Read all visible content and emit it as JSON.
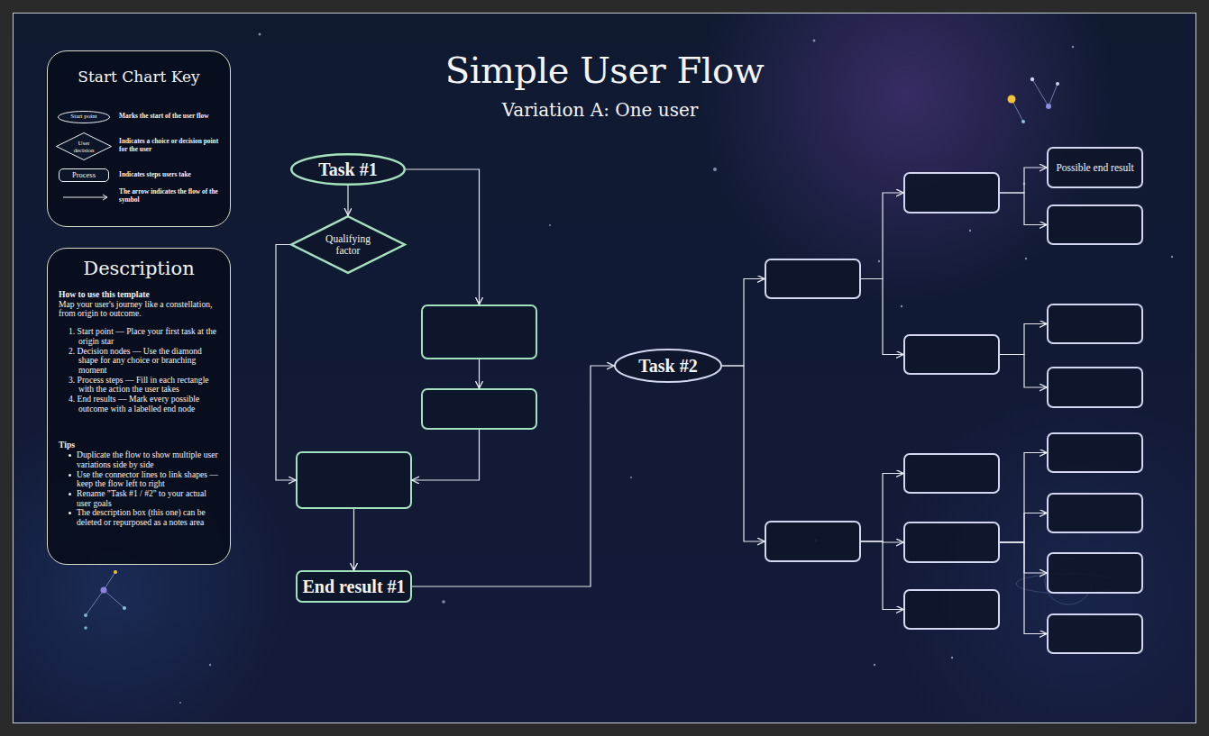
{
  "diagram": {
    "title": "Simple User Flow",
    "caption": "Variation A: One user",
    "nodes": [
      {
        "text": [
          "Start Chart Key"
        ]
      },
      {
        "text": [
          "Start point"
        ],
        "in": 0
      },
      {
        "text": [
          "User decision"
        ],
        "in": 0
      },
      {
        "text": [
          "Process"
        ],
        "in": 0
      },
      {
        "text": [
          "Description",
          "How to use this template",
          "Map your user's journey like a constellation, from origin to outcome.",
          "1. Start point — Place your first task at the origin star",
          "2. Decision nodes — Use the diamond shape for any choice or branching moment",
          "3. Process steps — Fill in each rectangle with the action the user takes",
          "4. End results — Mark every possible outcome with a labelled end node",
          "Tips",
          "Duplicate the flow to show multiple user variations side by side",
          "Use the connector lines to link shapes — keep the flow left to right",
          "Rename \"Task #1 / #2\" to your actual user goals",
          "The description box (this one) can be deleted or repurposed as a notes area"
        ]
      },
      {
        "text": [
          "Task #1"
        ]
      },
      {
        "text": [
          "Qualifying factor"
        ]
      },
      {
        "text": []
      },
      {
        "text": []
      },
      {
        "text": []
      },
      {
        "text": [
          "End result #1"
        ]
      },
      {
        "text": [
          "Task #2"
        ]
      },
      {
        "text": []
      },
      {
        "text": []
      },
      {
        "text": []
      },
      {
        "text": []
      },
      {
        "text": []
      },
      {
        "text": []
      },
      {
        "text": []
      },
      {
        "text": [
          "Possible end result"
        ]
      },
      {
        "text": []
      },
      {
        "text": []
      },
      {
        "text": []
      },
      {
        "text": []
      },
      {
        "text": []
      },
      {
        "text": []
      },
      {
        "text": []
      }
    ],
    "edges": [
      {
        "from": 5,
        "to": 6,
        "arrow": "to"
      },
      {
        "from": 5,
        "to": 7,
        "arrow": "to"
      },
      {
        "from": 6,
        "to": 9,
        "arrow": "to"
      },
      {
        "from": 7,
        "to": 8,
        "arrow": "to"
      },
      {
        "from": 8,
        "to": 9,
        "arrow": "to"
      },
      {
        "from": 9,
        "to": 10,
        "arrow": "to"
      },
      {
        "from": 10,
        "to": 11,
        "arrow": "to"
      },
      {
        "from": 11,
        "to": 12,
        "arrow": "to"
      },
      {
        "from": 11,
        "to": 13,
        "arrow": "to"
      },
      {
        "from": 12,
        "to": 14,
        "arrow": "to"
      },
      {
        "from": 12,
        "to": 15,
        "arrow": "to"
      },
      {
        "from": 13,
        "to": 16,
        "arrow": "to"
      },
      {
        "from": 13,
        "to": 17,
        "arrow": "to"
      },
      {
        "from": 13,
        "to": 18,
        "arrow": "to"
      },
      {
        "from": 14,
        "to": 19,
        "arrow": "to"
      },
      {
        "from": 14,
        "to": 20,
        "arrow": "to"
      },
      {
        "from": 15,
        "to": 21,
        "arrow": "to"
      },
      {
        "from": 15,
        "to": 22,
        "arrow": "to"
      },
      {
        "from": 17,
        "to": 23,
        "arrow": "to"
      },
      {
        "from": 17,
        "to": 24,
        "arrow": "to"
      },
      {
        "from": 17,
        "to": 25,
        "arrow": "to"
      },
      {
        "from": 17,
        "to": 26,
        "arrow": "to"
      }
    ],
    "legend": [
      {
        "text": "Marks the start of the user flow"
      },
      {
        "text": "Indicates a choice or decision point for the user"
      },
      {
        "text": "Indicates steps users take"
      },
      {
        "text": "The arrow indicates the flow of the symbol"
      }
    ]
  }
}
